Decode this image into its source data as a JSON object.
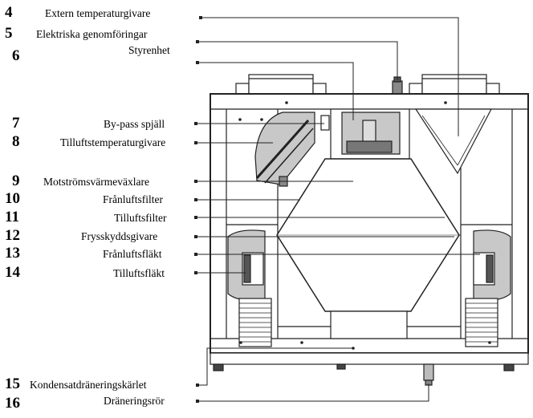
{
  "callouts": [
    {
      "number": "4",
      "label": "Extern temperaturgivare"
    },
    {
      "number": "5",
      "label": "Elektriska genomföringar"
    },
    {
      "number": "6",
      "label": "Styrenhet"
    },
    {
      "number": "7",
      "label": "By-pass spjäll"
    },
    {
      "number": "8",
      "label": "Tilluftstemperaturgivare"
    },
    {
      "number": "9",
      "label": "Motströmsvärmeväxlare"
    },
    {
      "number": "10",
      "label": "Frånluftsfilter"
    },
    {
      "number": "11",
      "label": "Tilluftsfilter"
    },
    {
      "number": "12",
      "label": "Frysskyddsgivare"
    },
    {
      "number": "13",
      "label": "Frånluftsfläkt"
    },
    {
      "number": "14",
      "label": "Tilluftsfläkt"
    },
    {
      "number": "15",
      "label": "Kondensatdräneringskärlet"
    },
    {
      "number": "16",
      "label": "Dräneringsrör"
    }
  ],
  "colors": {
    "line": "#222222",
    "component_fill": "#c8c8c8",
    "component_dark": "#a0a0a0",
    "background": "#ffffff"
  }
}
